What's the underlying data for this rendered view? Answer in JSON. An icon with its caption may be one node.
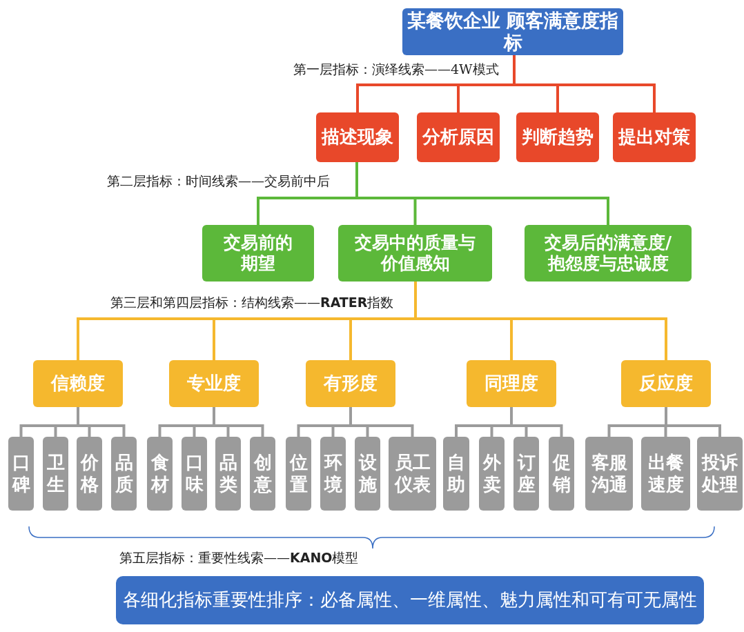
{
  "diagram": {
    "nodes": [
      {
        "text": [
          "某餐饮企业 顾客满意度指标"
        ]
      },
      {
        "text": [
          "描述现象"
        ]
      },
      {
        "text": [
          "分析原因"
        ]
      },
      {
        "text": [
          "判断趋势"
        ]
      },
      {
        "text": [
          "提出对策"
        ]
      },
      {
        "text": [
          "交易前的期望"
        ]
      },
      {
        "text": [
          "交易中的质量与价值感知"
        ]
      },
      {
        "text": [
          "交易后的满意度/抱怨度与忠诚度"
        ]
      },
      {
        "text": [
          "信赖度"
        ]
      },
      {
        "text": [
          "专业度"
        ]
      },
      {
        "text": [
          "有形度"
        ]
      },
      {
        "text": [
          "同理度"
        ]
      },
      {
        "text": [
          "反应度"
        ]
      },
      {
        "text": [
          "口碑"
        ]
      },
      {
        "text": [
          "卫生"
        ]
      },
      {
        "text": [
          "价格"
        ]
      },
      {
        "text": [
          "品质"
        ]
      },
      {
        "text": [
          "食材"
        ]
      },
      {
        "text": [
          "口味"
        ]
      },
      {
        "text": [
          "品类"
        ]
      },
      {
        "text": [
          "创意"
        ]
      },
      {
        "text": [
          "位置"
        ]
      },
      {
        "text": [
          "环境"
        ]
      },
      {
        "text": [
          "设施"
        ]
      },
      {
        "text": [
          "员工仪表"
        ]
      },
      {
        "text": [
          "自助"
        ]
      },
      {
        "text": [
          "外卖"
        ]
      },
      {
        "text": [
          "订座"
        ]
      },
      {
        "text": [
          "促销"
        ]
      },
      {
        "text": [
          "客服沟通"
        ]
      },
      {
        "text": [
          "出餐速度"
        ]
      },
      {
        "text": [
          "投诉处理"
        ]
      },
      {
        "text": [
          "各细化指标重要性排序：必备属性、一维属性、魅力属性和可有可无属性"
        ]
      }
    ],
    "edges": [
      {
        "from": 0,
        "to": 1,
        "arrow": "none",
        "color": "#e8482a"
      },
      {
        "from": 0,
        "to": 2,
        "arrow": "none",
        "color": "#e8482a"
      },
      {
        "from": 0,
        "to": 3,
        "arrow": "none",
        "color": "#e8482a"
      },
      {
        "from": 0,
        "to": 4,
        "arrow": "none",
        "color": "#e8482a"
      },
      {
        "from": 1,
        "to": 5,
        "arrow": "none",
        "color": "#5cb83a"
      },
      {
        "from": 1,
        "to": 6,
        "arrow": "none",
        "color": "#5cb83a"
      },
      {
        "from": 1,
        "to": 7,
        "arrow": "none",
        "color": "#5cb83a"
      },
      {
        "from": 6,
        "to": 8,
        "arrow": "none",
        "color": "#f5b82e"
      },
      {
        "from": 6,
        "to": 9,
        "arrow": "none",
        "color": "#f5b82e"
      },
      {
        "from": 6,
        "to": 10,
        "arrow": "none",
        "color": "#f5b82e"
      },
      {
        "from": 6,
        "to": 11,
        "arrow": "none",
        "color": "#f5b82e"
      },
      {
        "from": 6,
        "to": 12,
        "arrow": "none",
        "color": "#f5b82e"
      },
      {
        "from": 8,
        "to": 13,
        "arrow": "none"
      },
      {
        "from": 8,
        "to": 14,
        "arrow": "none"
      },
      {
        "from": 8,
        "to": 15,
        "arrow": "none"
      },
      {
        "from": 8,
        "to": 16,
        "arrow": "none"
      },
      {
        "from": 9,
        "to": 17,
        "arrow": "none"
      },
      {
        "from": 9,
        "to": 18,
        "arrow": "none"
      },
      {
        "from": 9,
        "to": 19,
        "arrow": "none"
      },
      {
        "from": 9,
        "to": 20,
        "arrow": "none"
      },
      {
        "from": 10,
        "to": 21,
        "arrow": "none"
      },
      {
        "from": 10,
        "to": 22,
        "arrow": "none"
      },
      {
        "from": 10,
        "to": 23,
        "arrow": "none"
      },
      {
        "from": 10,
        "to": 24,
        "arrow": "none"
      },
      {
        "from": 11,
        "to": 25,
        "arrow": "none"
      },
      {
        "from": 11,
        "to": 26,
        "arrow": "none"
      },
      {
        "from": 11,
        "to": 27,
        "arrow": "none"
      },
      {
        "from": 11,
        "to": 28,
        "arrow": "none"
      },
      {
        "from": 12,
        "to": 29,
        "arrow": "none"
      },
      {
        "from": 12,
        "to": 30,
        "arrow": "none"
      },
      {
        "from": 12,
        "to": 31,
        "arrow": "none"
      }
    ],
    "labels": [
      "第一层指标：演绎线索——4W模式",
      "第二层指标：时间线索——交易前中后",
      "第三层和第四层指标：结构线索——**RATER**指数",
      "第五层指标：重要性线索——**KANO**模型"
    ]
  }
}
